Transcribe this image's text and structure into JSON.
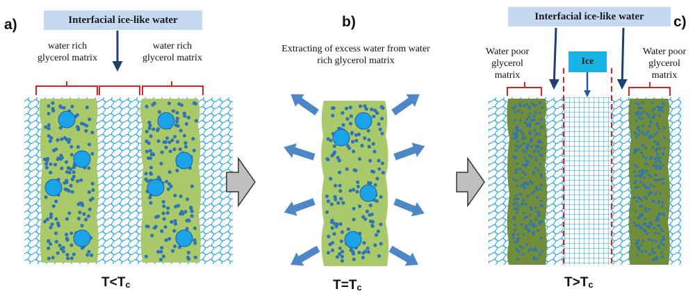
{
  "panels": {
    "a": {
      "letter": "a)",
      "temp_main": "T<T",
      "temp_sub": "c",
      "top_box": "Interfacial ice-like water",
      "matrix_left": "water rich glycerol matrix",
      "matrix_right": "water rich glycerol matrix"
    },
    "b": {
      "letter": "b)",
      "temp_main": "T=T",
      "temp_sub": "c",
      "caption": "Extracting of excess water from water rich glycerol matrix"
    },
    "c": {
      "letter": "c)",
      "temp_main": "T>T",
      "temp_sub": "c",
      "top_box": "Interfacial ice-like water",
      "ice_box": "Ice",
      "matrix_left": "Water poor glycerol matrix",
      "matrix_right": "Water poor glycerol matrix"
    }
  },
  "colors": {
    "water_mesh": "#1aa3e8",
    "glycerol_rich": "#a9c96b",
    "glycerol_poor": "#6f8d3a",
    "dots": "#2f74b5",
    "circles": "#1aa3e8",
    "bracket": "#e02020",
    "arrow_dark": "#1f3f73",
    "arrow_flow": "#4f86c6",
    "box_fill": "#c5d9f1",
    "ice_fill": "#1ab3e6",
    "block_arrow": "#bfbfbf",
    "dash": "#e02020"
  }
}
